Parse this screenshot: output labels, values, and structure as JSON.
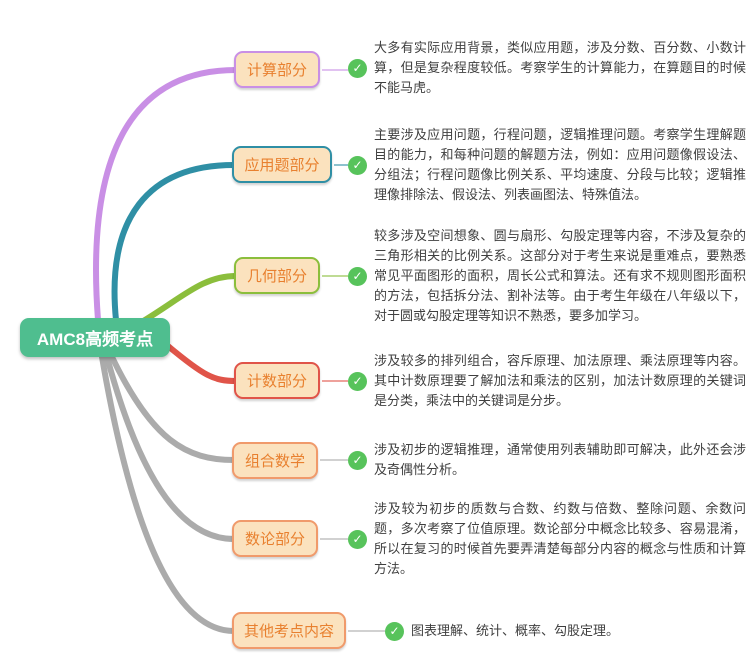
{
  "central_node": {
    "label": "AMC8高频考点",
    "bg_color": "#4FBE8F",
    "text_color": "#FFFFFF"
  },
  "topic_node_style": {
    "bg_color": "#FBE2BE",
    "text_color": "#E8802F"
  },
  "check_icon": {
    "glyph": "✓",
    "color": "#57C35B"
  },
  "branches": [
    {
      "label": "计算部分",
      "color": "#C98FE5",
      "border_color": "#C98FE5",
      "description": "大多有实际应用背景，类似应用题，涉及分数、百分数、小数计算，但是复杂程度较低。考察学生的计算能力，在算题目的时候不能马虎。"
    },
    {
      "label": "应用题部分",
      "color": "#2F8FA5",
      "border_color": "#2F8FA5",
      "description": "主要涉及应用问题，行程问题，逻辑推理问题。考察学生理解题目的能力，和每种问题的解题方法，例如：应用问题像假设法、分组法；行程问题像比例关系、平均速度、分段与比较；逻辑推理像排除法、假设法、列表画图法、特殊值法。"
    },
    {
      "label": "几何部分",
      "color": "#8BBE3C",
      "border_color": "#8BBE3C",
      "description": "较多涉及空间想象、圆与扇形、勾股定理等内容，不涉及复杂的三角形相关的比例关系。这部分对于考生来说是重难点，要熟悉常见平面图形的面积，周长公式和算法。还有求不规则图形面积的方法，包括拆分法、割补法等。由于考生年级在八年级以下，对于圆或勾股定理等知识不熟悉，要多加学习。"
    },
    {
      "label": "计数部分",
      "color": "#E05449",
      "border_color": "#E05449",
      "description": "涉及较多的排列组合，容斥原理、加法原理、乘法原理等内容。其中计数原理要了解加法和乘法的区别，加法计数原理的关键词是分类，乘法中的关键词是分步。"
    },
    {
      "label": "组合数学",
      "color": "#ABABAB",
      "border_color": "#F09A6B",
      "description": "涉及初步的逻辑推理，通常使用列表辅助即可解决，此外还会涉及奇偶性分析。"
    },
    {
      "label": "数论部分",
      "color": "#ABABAB",
      "border_color": "#F09A6B",
      "description": "涉及较为初步的质数与合数、约数与倍数、整除问题、余数问题，多次考察了位值原理。数论部分中概念比较多、容易混淆，所以在复习的时候首先要弄清楚每部分内容的概念与性质和计算方法。"
    },
    {
      "label": "其他考点内容",
      "color": "#ABABAB",
      "border_color": "#F09A6B",
      "description": "图表理解、统计、概率、勾股定理。"
    }
  ]
}
